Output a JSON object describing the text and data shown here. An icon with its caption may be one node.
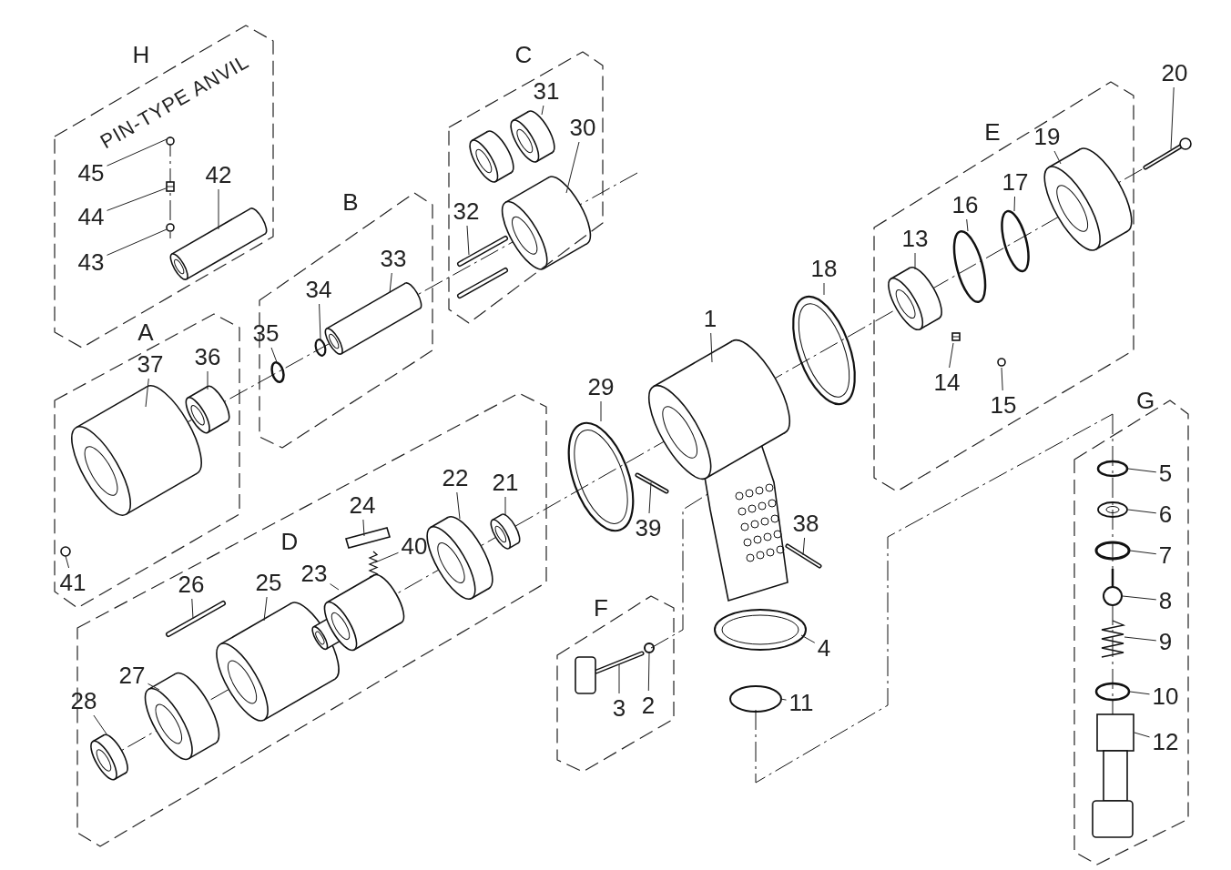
{
  "diagram": {
    "nodes": [
      {
        "text": [
          "H",
          "PIN-TYPE ANVIL"
        ]
      },
      {
        "text": [
          "45"
        ],
        "in": 0
      },
      {
        "text": [
          "44"
        ],
        "in": 0
      },
      {
        "text": [
          "43"
        ],
        "in": 0
      },
      {
        "text": [
          "42"
        ],
        "in": 0
      },
      {
        "text": [
          "C"
        ]
      },
      {
        "text": [
          "31"
        ],
        "in": 5
      },
      {
        "text": [
          "30"
        ],
        "in": 5
      },
      {
        "text": [
          "32"
        ],
        "in": 5
      },
      {
        "text": [
          "20"
        ]
      },
      {
        "text": [
          "B"
        ]
      },
      {
        "text": [
          "33"
        ],
        "in": 10
      },
      {
        "text": [
          "35"
        ],
        "in": 10
      },
      {
        "text": [
          "34"
        ],
        "in": 10
      },
      {
        "text": [
          "E"
        ]
      },
      {
        "text": [
          "19"
        ],
        "in": 14
      },
      {
        "text": [
          "13"
        ],
        "in": 14
      },
      {
        "text": [
          "16"
        ],
        "in": 14
      },
      {
        "text": [
          "17"
        ],
        "in": 14
      },
      {
        "text": [
          "14"
        ],
        "in": 14
      },
      {
        "text": [
          "15"
        ],
        "in": 14
      },
      {
        "text": [
          "A"
        ]
      },
      {
        "text": [
          "36"
        ],
        "in": 21
      },
      {
        "text": [
          "37"
        ],
        "in": 21
      },
      {
        "text": [
          "41"
        ],
        "in": 21
      },
      {
        "text": [
          "18"
        ]
      },
      {
        "text": [
          "1"
        ]
      },
      {
        "text": [
          "29"
        ]
      },
      {
        "text": [
          "D"
        ]
      },
      {
        "text": [
          "24"
        ],
        "in": 28
      },
      {
        "text": [
          "22"
        ],
        "in": 28
      },
      {
        "text": [
          "21"
        ],
        "in": 28
      },
      {
        "text": [
          "40"
        ],
        "in": 28
      },
      {
        "text": [
          "23"
        ],
        "in": 28
      },
      {
        "text": [
          "26"
        ],
        "in": 28
      },
      {
        "text": [
          "25"
        ],
        "in": 28
      },
      {
        "text": [
          "27"
        ],
        "in": 28
      },
      {
        "text": [
          "28"
        ],
        "in": 28
      },
      {
        "text": [
          "39"
        ]
      },
      {
        "text": [
          "38"
        ]
      },
      {
        "text": [
          "G"
        ]
      },
      {
        "text": [
          "5"
        ],
        "in": 40
      },
      {
        "text": [
          "6"
        ],
        "in": 40
      },
      {
        "text": [
          "7"
        ],
        "in": 40
      },
      {
        "text": [
          "8"
        ],
        "in": 40
      },
      {
        "text": [
          "9"
        ],
        "in": 40
      },
      {
        "text": [
          "10"
        ],
        "in": 40
      },
      {
        "text": [
          "12"
        ],
        "in": 40
      },
      {
        "text": [
          "F"
        ]
      },
      {
        "text": [
          "3"
        ],
        "in": 48
      },
      {
        "text": [
          "2"
        ],
        "in": 48
      },
      {
        "text": [
          "4"
        ]
      },
      {
        "text": [
          "11"
        ]
      }
    ],
    "edges": [
      {
        "from": 1,
        "to": null,
        "arrow": "none"
      },
      {
        "from": 2,
        "to": null,
        "arrow": "none"
      },
      {
        "from": 3,
        "to": null,
        "arrow": "none"
      },
      {
        "from": 4,
        "to": null,
        "arrow": "none"
      },
      {
        "from": 6,
        "to": null,
        "arrow": "none"
      },
      {
        "from": 7,
        "to": null,
        "arrow": "none"
      },
      {
        "from": 8,
        "to": null,
        "arrow": "none"
      },
      {
        "from": 9,
        "to": null,
        "arrow": "none"
      },
      {
        "from": 11,
        "to": null,
        "arrow": "none"
      },
      {
        "from": 12,
        "to": null,
        "arrow": "none"
      },
      {
        "from": 13,
        "to": null,
        "arrow": "none"
      },
      {
        "from": 15,
        "to": null,
        "arrow": "none"
      },
      {
        "from": 16,
        "to": null,
        "arrow": "none"
      },
      {
        "from": 17,
        "to": null,
        "arrow": "none"
      },
      {
        "from": 18,
        "to": null,
        "arrow": "none"
      },
      {
        "from": 19,
        "to": null,
        "arrow": "none"
      },
      {
        "from": 20,
        "to": null,
        "arrow": "none"
      },
      {
        "from": 22,
        "to": null,
        "arrow": "none"
      },
      {
        "from": 23,
        "to": null,
        "arrow": "none"
      },
      {
        "from": 24,
        "to": null,
        "arrow": "none"
      },
      {
        "from": 25,
        "to": null,
        "arrow": "none"
      },
      {
        "from": 26,
        "to": null,
        "arrow": "none"
      },
      {
        "from": 27,
        "to": null,
        "arrow": "none"
      },
      {
        "from": 29,
        "to": null,
        "arrow": "none"
      },
      {
        "from": 30,
        "to": null,
        "arrow": "none"
      },
      {
        "from": 31,
        "to": null,
        "arrow": "none"
      },
      {
        "from": 32,
        "to": null,
        "arrow": "none"
      },
      {
        "from": 33,
        "to": null,
        "arrow": "none"
      },
      {
        "from": 34,
        "to": null,
        "arrow": "none"
      },
      {
        "from": 35,
        "to": null,
        "arrow": "none"
      },
      {
        "from": 36,
        "to": null,
        "arrow": "none"
      },
      {
        "from": 37,
        "to": null,
        "arrow": "none"
      },
      {
        "from": 38,
        "to": null,
        "arrow": "none"
      },
      {
        "from": 39,
        "to": null,
        "arrow": "none"
      },
      {
        "from": 41,
        "to": null,
        "arrow": "none"
      },
      {
        "from": 42,
        "to": null,
        "arrow": "none"
      },
      {
        "from": 43,
        "to": null,
        "arrow": "none"
      },
      {
        "from": 44,
        "to": null,
        "arrow": "none"
      },
      {
        "from": 45,
        "to": null,
        "arrow": "none"
      },
      {
        "from": 46,
        "to": null,
        "arrow": "none"
      },
      {
        "from": 47,
        "to": null,
        "arrow": "none"
      },
      {
        "from": 49,
        "to": null,
        "arrow": "none"
      },
      {
        "from": 50,
        "to": null,
        "arrow": "none"
      },
      {
        "from": 51,
        "to": null,
        "arrow": "none"
      },
      {
        "from": 52,
        "to": null,
        "arrow": "none"
      }
    ]
  }
}
